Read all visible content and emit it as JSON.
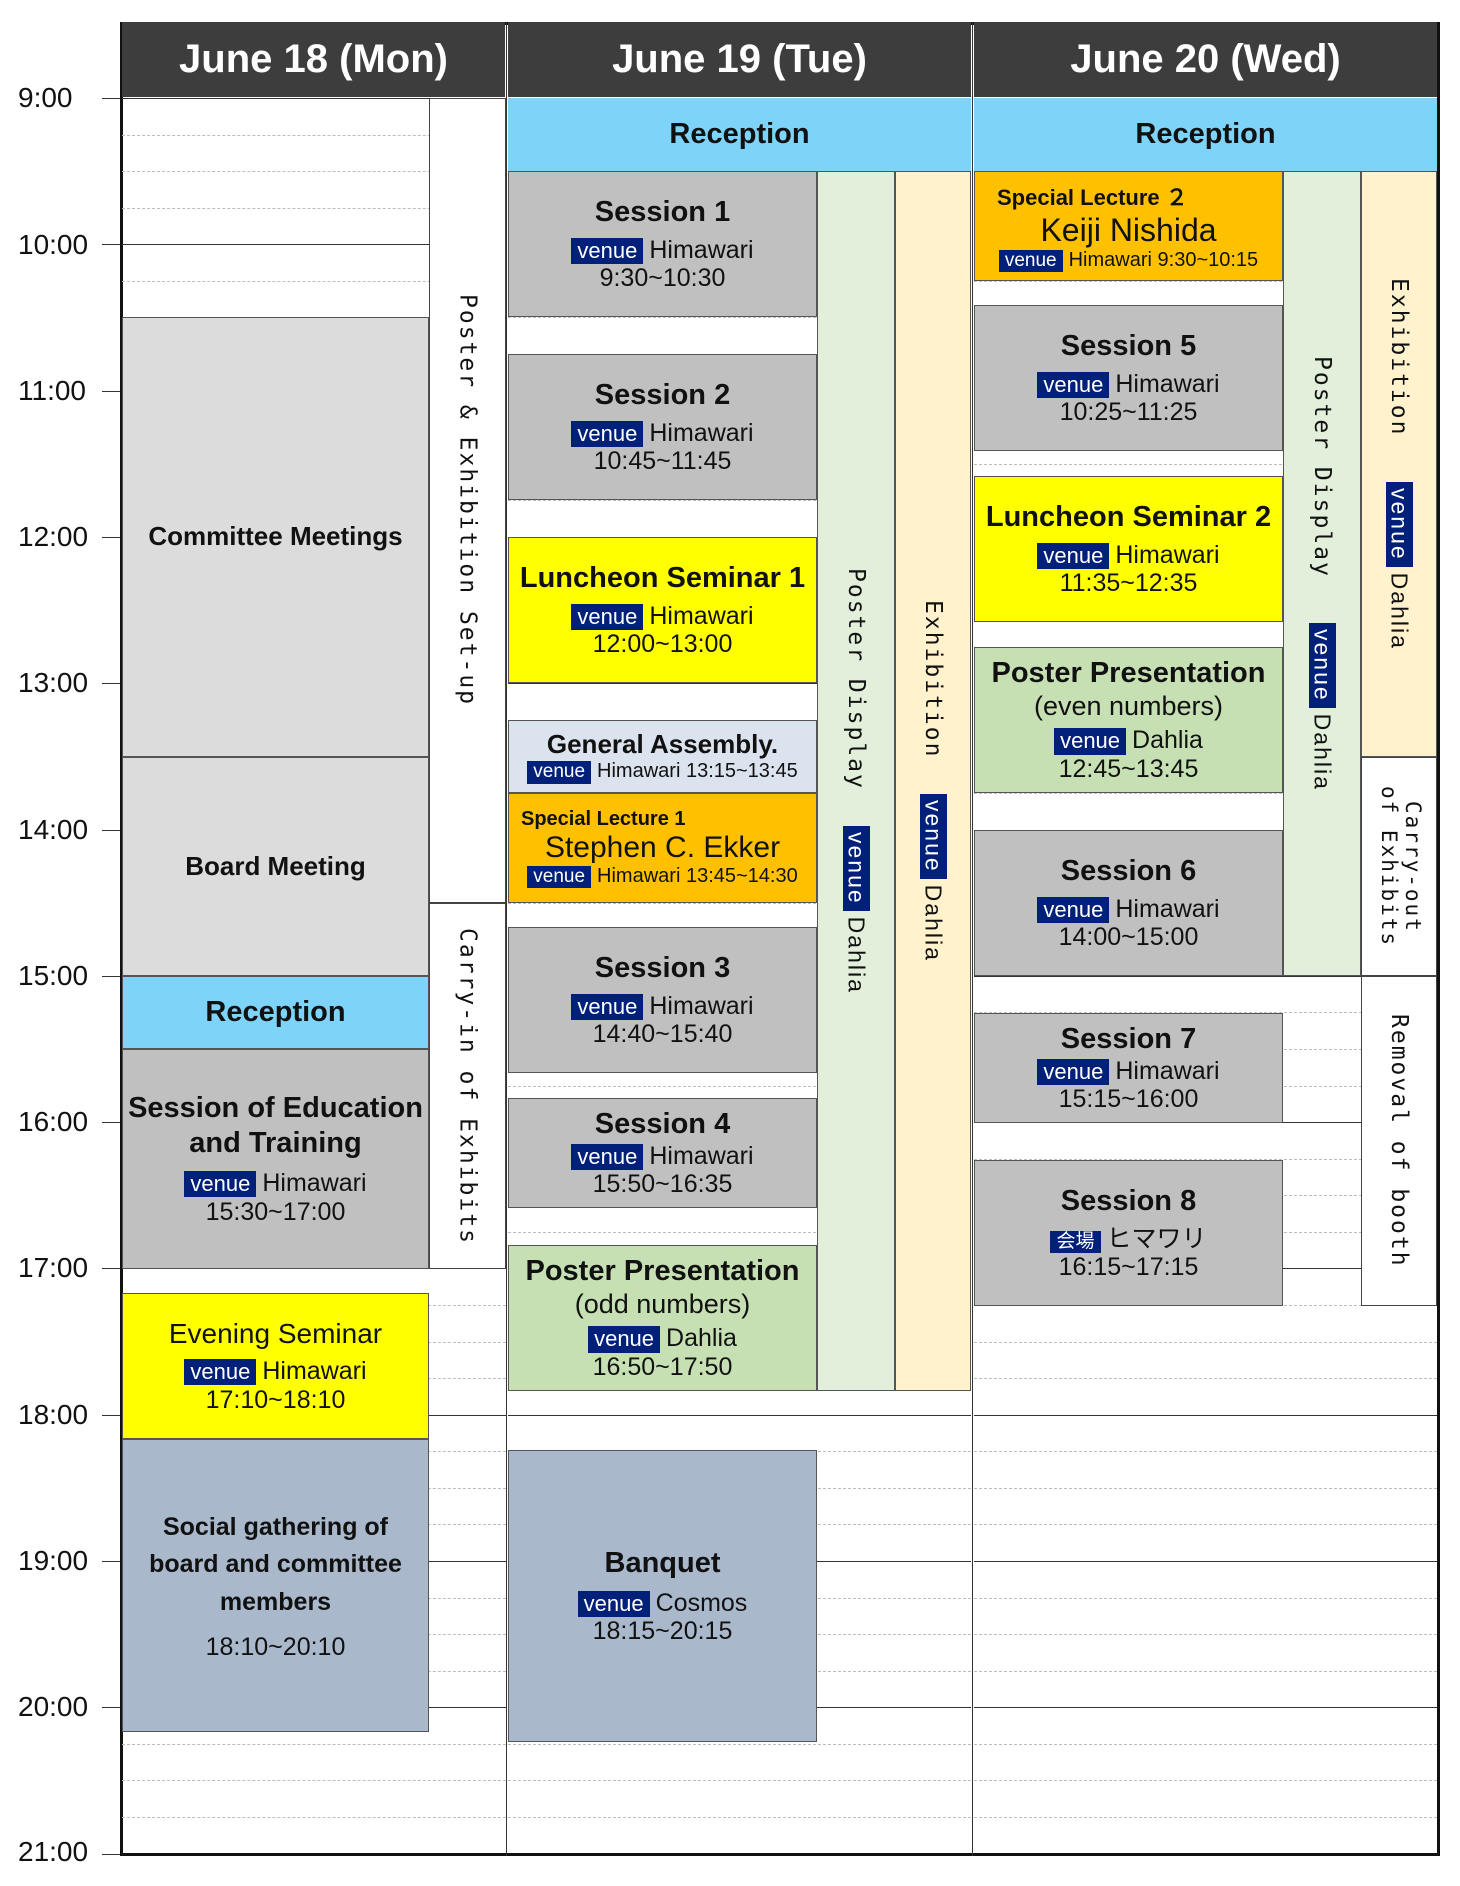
{
  "days": [
    "June 18 (Mon)",
    "June 19 (Tue)",
    "June 20 (Wed)"
  ],
  "times": [
    "9:00",
    "10:00",
    "11:00",
    "12:00",
    "13:00",
    "14:00",
    "15:00",
    "16:00",
    "17:00",
    "18:00",
    "19:00",
    "20:00",
    "21:00"
  ],
  "venue_tag": "venue",
  "venue_tag_jp": "会場",
  "mon": {
    "committee": "Committee Meetings",
    "board": "Board Meeting",
    "setup": "Poster & Exhibition Set-up",
    "carryin": "Carry-in of Exhibits",
    "reception": "Reception",
    "edu": {
      "title": "Session of Education and Training",
      "venue": "Himawari",
      "time": "15:30~17:00"
    },
    "evening": {
      "title": "Evening Seminar",
      "venue": "Himawari",
      "time": "17:10~18:10"
    },
    "social": {
      "title": "Social gathering of board and committee members",
      "time": "18:10~20:10"
    }
  },
  "tue": {
    "reception": "Reception",
    "s1": {
      "title": "Session 1",
      "venue": "Himawari",
      "time": "9:30~10:30"
    },
    "s2": {
      "title": "Session 2",
      "venue": "Himawari",
      "time": "10:45~11:45"
    },
    "lunch1": {
      "title": "Luncheon Seminar 1",
      "venue": "Himawari",
      "time": "12:00~13:00"
    },
    "assembly": {
      "title": "General Assembly.",
      "venue": "Himawari",
      "time": "13:15~13:45"
    },
    "special1": {
      "label": "Special Lecture 1",
      "speaker": "Stephen C. Ekker",
      "venue": "Himawari",
      "time": "13:45~14:30"
    },
    "s3": {
      "title": "Session 3",
      "venue": "Himawari",
      "time": "14:40~15:40"
    },
    "s4": {
      "title": "Session 4",
      "venue": "Himawari",
      "time": "15:50~16:35"
    },
    "poster": {
      "title": "Poster Presentation",
      "subtitle": "(odd numbers)",
      "venue": "Dahlia",
      "time": "16:50~17:50"
    },
    "banquet": {
      "title": "Banquet",
      "venue": "Cosmos",
      "time": "18:15~20:15"
    },
    "poster_display": {
      "label": "Poster Display",
      "venue": "Dahlia"
    },
    "exhibition": {
      "label": "Exhibition",
      "venue": "Dahlia"
    }
  },
  "wed": {
    "reception": "Reception",
    "special2": {
      "label": "Special Lecture ２",
      "speaker": "Keiji Nishida",
      "venue": "Himawari",
      "time": "9:30~10:15"
    },
    "s5": {
      "title": "Session 5",
      "venue": "Himawari",
      "time": "10:25~11:25"
    },
    "lunch2": {
      "title": "Luncheon Seminar 2",
      "venue": "Himawari",
      "time": "11:35~12:35"
    },
    "poster": {
      "title": "Poster Presentation",
      "subtitle": "(even numbers)",
      "venue": "Dahlia",
      "time": "12:45~13:45"
    },
    "s6": {
      "title": "Session 6",
      "venue": "Himawari",
      "time": "14:00~15:00"
    },
    "s7": {
      "title": "Session 7",
      "venue": "Himawari",
      "time": "15:15~16:00"
    },
    "s8": {
      "title": "Session 8",
      "venue": "ヒマワリ",
      "time": "16:15~17:15"
    },
    "poster_display": {
      "label": "Poster Display",
      "venue": "Dahlia"
    },
    "exhibition": {
      "label": "Exhibition",
      "venue": "Dahlia"
    },
    "carryout": "Carry-out of Exhibits",
    "removal": "Removal of booth"
  },
  "colors": {
    "header": "#3d3d3d",
    "reception": "#7dd4f8",
    "session": "#c0c0c0",
    "meeting": "#dcdcdc",
    "luncheon": "#ffff00",
    "special": "#ffc000",
    "assembly": "#dbe3ee",
    "poster_presentation": "#c6e0b4",
    "poster_display": "#e2efda",
    "exhibition": "#fff2cc",
    "banquet": "#aab8cc",
    "venue_tag": "#00207a"
  }
}
